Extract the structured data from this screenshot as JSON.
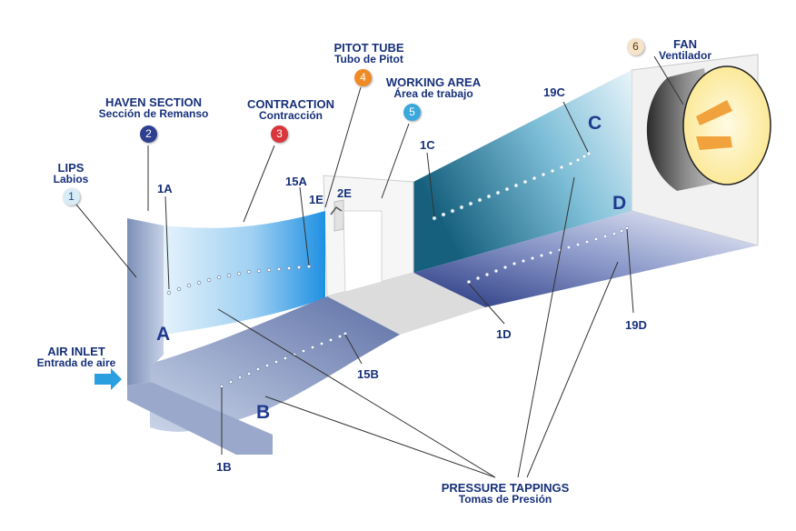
{
  "callouts": [
    {
      "num": "1",
      "title": "LIPS",
      "subtitle": "Labios",
      "badge_color": "#d9ecf6",
      "num_color": "#1f4f8a"
    },
    {
      "num": "2",
      "title": "HAVEN SECTION",
      "subtitle": "Sección de Remanso",
      "badge_color": "#2f3f8f",
      "num_color": "#ffffff"
    },
    {
      "num": "3",
      "title": "CONTRACTION",
      "subtitle": "Contracción",
      "badge_color": "#d8363b",
      "num_color": "#ffffff"
    },
    {
      "num": "4",
      "title": "PITOT TUBE",
      "subtitle": "Tubo de Pitot",
      "badge_color": "#f08a24",
      "num_color": "#ffffff"
    },
    {
      "num": "5",
      "title": "WORKING AREA",
      "subtitle": "Área de trabajo",
      "badge_color": "#3aa8dd",
      "num_color": "#ffffff"
    },
    {
      "num": "6",
      "title": "FAN",
      "subtitle": "Ventilador",
      "badge_color": "#f6e3c9",
      "num_color": "#5a3a10"
    }
  ],
  "air_inlet": {
    "title": "AIR INLET",
    "subtitle": "Entrada de aire"
  },
  "pressure_tappings": {
    "title": "PRESSURE TAPPINGS",
    "subtitle": "Tomas de Presión"
  },
  "sections": {
    "a": "A",
    "b": "B",
    "c": "C",
    "d": "D"
  },
  "tappings": {
    "t1a": "1A",
    "t15a": "15A",
    "t1e": "1E",
    "t2e": "2E",
    "t1b": "1B",
    "t15b": "15B",
    "t1c": "1C",
    "t19c": "19C",
    "t1d": "1D",
    "t19d": "19D"
  },
  "colors": {
    "label_text": "#17307a",
    "contraction_light": "#dff0fb",
    "contraction_dark": "#1a8fe0",
    "duct_c_dark": "#16607e",
    "duct_d_dark": "#24347e",
    "fan_glow": "#fff3b8",
    "fan_blade": "#f2a23c",
    "inlet_arrow": "#2a9fe0"
  }
}
